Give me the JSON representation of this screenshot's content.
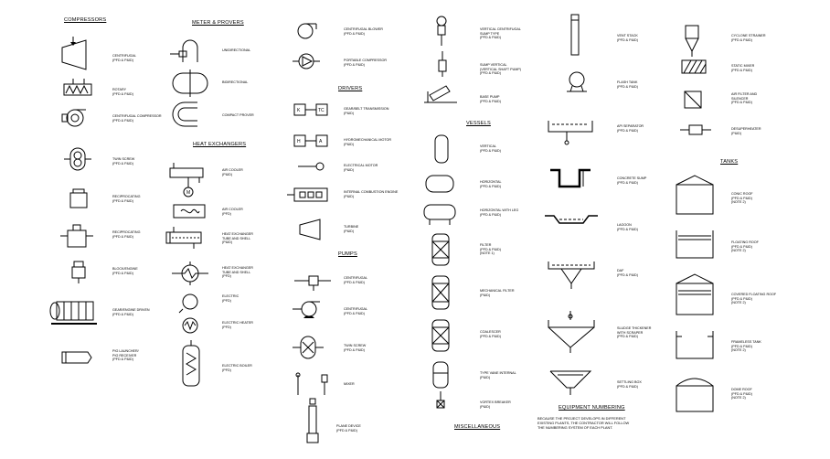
{
  "headers": {
    "compressors": "COMPRESSORS",
    "meters_provers": "METER & PROVERS",
    "heat_exchangers": "HEAT EXCHANGERS",
    "drivers": "DRIVERS",
    "pumps": "PUMPS",
    "vessels": "VESSELS",
    "miscellaneous": "MISCELLANEOUS",
    "tanks": "TANKS",
    "equipment_numbering": "EQUIPMENT NUMBERING"
  },
  "note": "BECAUSE THE PROJECT DEVELOPS IN DIFFERENT\nEXISTING PLANTS, THE CONTRACTOR WILL FOLLOW\nTHE NUMBERING SYSTEM OF EACH PLANT.",
  "labels": {
    "compressors": [
      "CENTRIFUGAL\n(PFD & P&ID)",
      "ROTARY\n(PFD & P&ID)",
      "CENTRIFUGAL COMPRESSOR\n(PFD & P&ID)",
      "TWIN SCREW\n(PFD & P&ID)",
      "RECIPROCATING\n(PFD & P&ID)",
      "RECIPROCATING\n(PFD & P&ID)",
      "BLOCK/ENGINE\n(PFD & P&ID)",
      "GEAR/ENGINE DRIVEN\n(PFD & P&ID)",
      "PIG LAUNCHER/\nPIG RECEIVER\n(PFD & P&ID)"
    ],
    "meters": [
      "UNIDIRECTIONAL",
      "BIDIRECTIONAL",
      "COMPACT PROVER"
    ],
    "heat_exchangers": [
      "AIR COOLER\n(P&ID)",
      "AIR COOLER\n(PFD)",
      "HEAT EXCHANGER\nTUBE AND SHELL\n(P&ID)",
      "HEAT EXCHANGER\nTUBE AND SHELL\n(PFD)",
      "ELECTRIC\n(PFD)",
      "ELECTRIC HEATER\n(PFD)",
      "ELECTRIC BOILER\n(PFD)"
    ],
    "blower_col": [
      "CENTRIFUGAL BLOWER\n(PFD & P&ID)",
      "PORTABLE COMPRESSOR\n(PFD & P&ID)"
    ],
    "drivers": [
      "GEAR/BELT TRANSMISSION\n(P&ID)",
      "HYDROMECHANICAL MOTOR\n(P&ID)",
      "ELECTRICAL MOTOR\n(P&ID)",
      "INTERNAL COMBUSTION ENGINE\n(P&ID)",
      "TURBINE\n(P&ID)"
    ],
    "pumps": [
      "CENTRIFUGAL\n(PFD & P&ID)",
      "CENTRIFUGAL\n(PFD & P&ID)",
      "TWIN SCREW\n(PFD & P&ID)",
      "MIXER",
      "PLANE DEVICE\n(PFD & P&ID)"
    ],
    "vessels_top": [
      "VERTICAL CENTRIFUGAL\nSUMP TYPE\n(PFD & P&ID)",
      "SUMP VERTICAL\n(VERTICAL SHAFT PUMP)\n(PFD & P&ID)",
      "BASE PUMP\n(PFD & P&ID)"
    ],
    "vessels": [
      "VERTICAL\n(PFD & P&ID)",
      "HORIZONTAL\n(PFD & P&ID)",
      "HORIZONTAL WITH LEG\n(PFD & P&ID)",
      "FILTER\n(PFD & P&ID)\n(NOTE 1)",
      "MECHANICAL FILTER\n(P&ID)",
      "COALESCER\n(PFD & P&ID)",
      "TYPE VANE INTERNAL\n(P&ID)",
      "VORTEX BREAKER\n(P&ID)"
    ],
    "misc": [
      "VENT STACK\n(PFD & P&ID)",
      "FLASH TANK\n(PFD & P&ID)",
      "API SEPARATOR\n(PFD & P&ID)",
      "CONCRETE SUMP\n(PFD & P&ID)",
      "LAGOON\n(PFD & P&ID)",
      "DAF\n(PFD & P&ID)",
      "SLUDGE THICKENER\nWITH SCRAPER\n(PFD & P&ID)",
      "SETTLING BOX\n(PFD & P&ID)"
    ],
    "right_top": [
      "CYCLONE STRAINER\n(PFD & P&ID)",
      "STATIC MIXER\n(PFD & P&ID)",
      "AIR FILTER AND\nSILENCER\n(PFD & P&ID)",
      "DESUPERHEATER\n(P&ID)"
    ],
    "tanks": [
      "CONIC ROOF\n(PFD & P&ID)\n(NOTE 2)",
      "FLOATING ROOF\n(PFD & P&ID)\n(NOTE 2)",
      "COVERED FLOATING ROOF\n(PFD & P&ID)\n(NOTE 2)",
      "FRAMELESS TANK\n(PFD & P&ID)\n(NOTE 2)",
      "DOME ROOF\n(PFD & P&ID)\n(NOTE 2)"
    ]
  }
}
